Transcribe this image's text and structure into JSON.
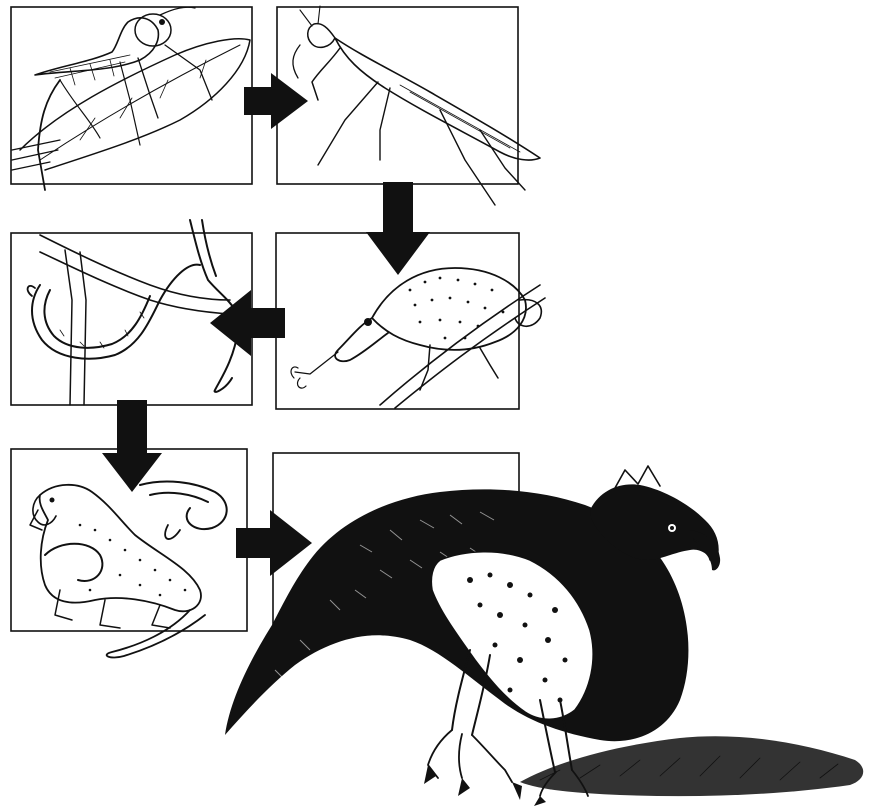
{
  "diagram": {
    "kind": "food-chain",
    "colors": {
      "ink": "#111111",
      "paper": "#ffffff"
    },
    "panels": [
      {
        "id": "grasshopper",
        "icon": "grasshopper-icon"
      },
      {
        "id": "praying-mantis",
        "icon": "mantis-icon"
      },
      {
        "id": "chameleon",
        "icon": "chameleon-icon"
      },
      {
        "id": "snake",
        "icon": "snake-icon"
      },
      {
        "id": "mongoose",
        "icon": "mongoose-icon"
      },
      {
        "id": "eagle",
        "icon": "eagle-icon"
      }
    ],
    "flow": [
      [
        "grasshopper",
        "praying-mantis"
      ],
      [
        "praying-mantis",
        "chameleon"
      ],
      [
        "chameleon",
        "snake"
      ],
      [
        "snake",
        "mongoose"
      ],
      [
        "mongoose",
        "eagle"
      ]
    ]
  }
}
